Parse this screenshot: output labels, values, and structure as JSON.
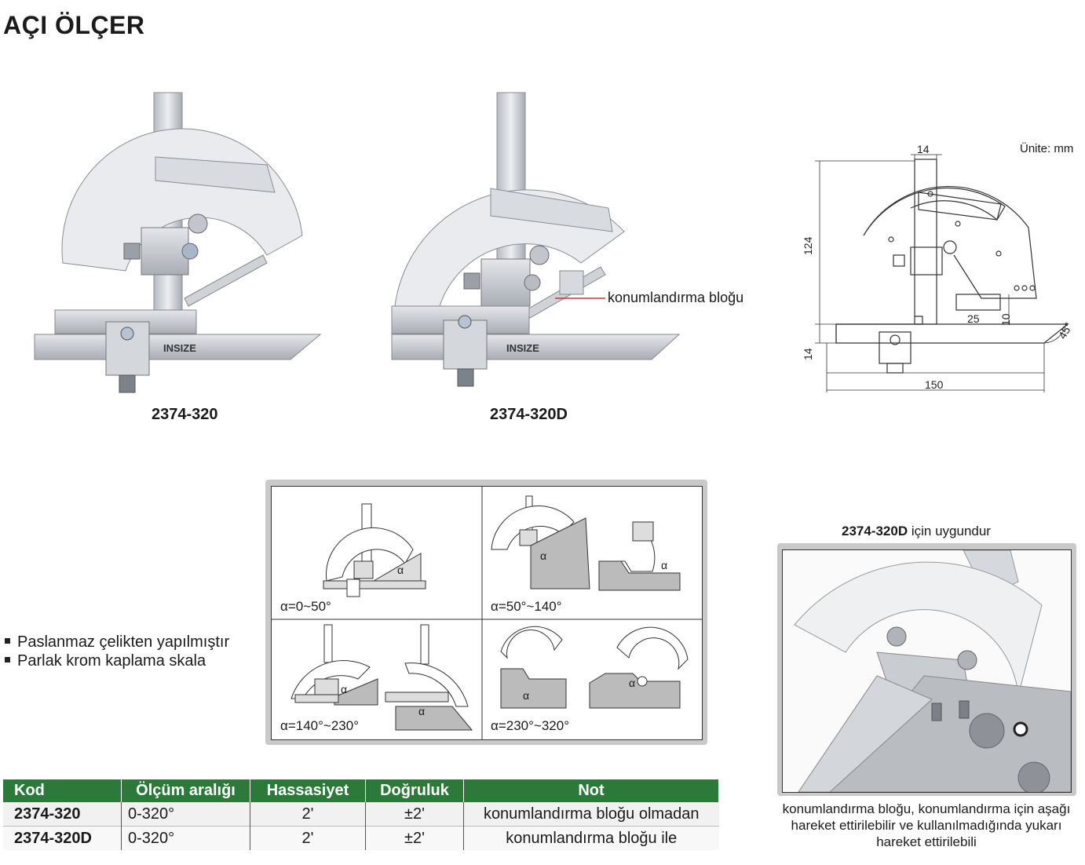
{
  "page": {
    "title": "AÇI ÖLÇER"
  },
  "products": [
    {
      "code": "2374-320",
      "brand": "INSIZE"
    },
    {
      "code": "2374-320D",
      "brand": "INSIZE",
      "callout": "konumlandırma bloğu"
    }
  ],
  "drawing": {
    "unit": "Ünite: mm",
    "dims": {
      "top_width": "14",
      "height": "124",
      "base_height": "14",
      "length": "150",
      "block_width": "25",
      "block_height": "10",
      "angle": "45°"
    }
  },
  "features": [
    "Paslanmaz çelikten yapılmıştır",
    "Parlak krom kaplama skala"
  ],
  "ranges": [
    "α=0~50°",
    "α=50°~140°",
    "α=140°~230°",
    "α=230°~320°"
  ],
  "alpha": "α",
  "side": {
    "title_code": "2374-320D",
    "title_rest": " için uygundur",
    "note": "konumlandırma bloğu, konumlandırma için aşağı hareket ettirilebilir ve kullanılmadığında yukarı hareket ettirilebili"
  },
  "table": {
    "headers": [
      "Kod",
      "Ölçüm aralığı",
      "Hassasiyet",
      "Doğruluk",
      "Not"
    ],
    "rows": [
      [
        "2374-320",
        "0-320°",
        "2'",
        "±2'",
        "konumlandırma bloğu olmadan"
      ],
      [
        "2374-320D",
        "0-320°",
        "2'",
        "±2'",
        "konumlandırma bloğu ile"
      ]
    ]
  },
  "colors": {
    "header_green": "#2b7a3a",
    "callout_red": "#d0303a",
    "steel": "#c8ccd2"
  }
}
